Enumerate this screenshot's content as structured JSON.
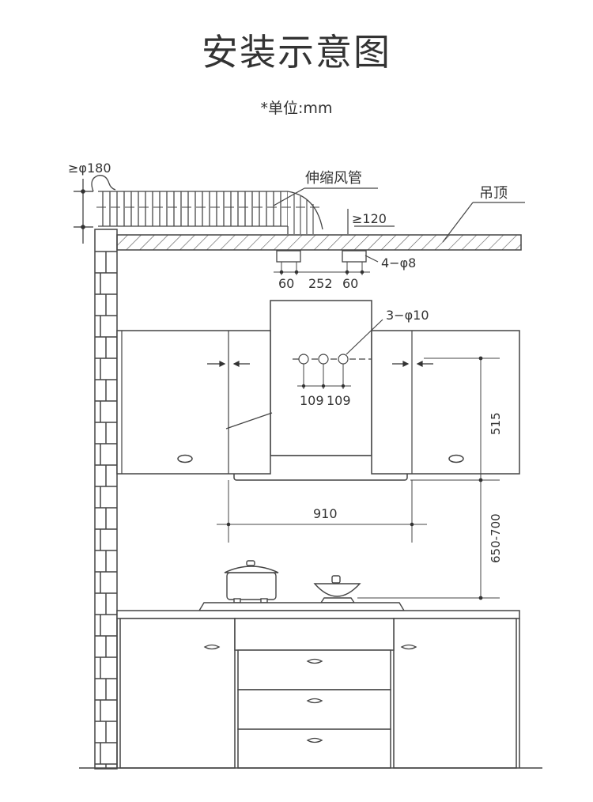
{
  "title": "安装示意图",
  "subtitle": "*单位:mm",
  "labels": {
    "duct_diameter": "≥φ180",
    "flexible_duct": "伸缩风管",
    "ceiling": "吊顶",
    "duct_gap": "≥120",
    "mount_holes": "4−φ8",
    "bracket_left": "60",
    "bracket_mid": "252",
    "bracket_right": "60",
    "body_holes": "3−φ10",
    "hole_spacing_left": "109",
    "hole_spacing_right": "109",
    "hood_height": "515",
    "hood_width": "910",
    "install_height": "650-700"
  }
}
